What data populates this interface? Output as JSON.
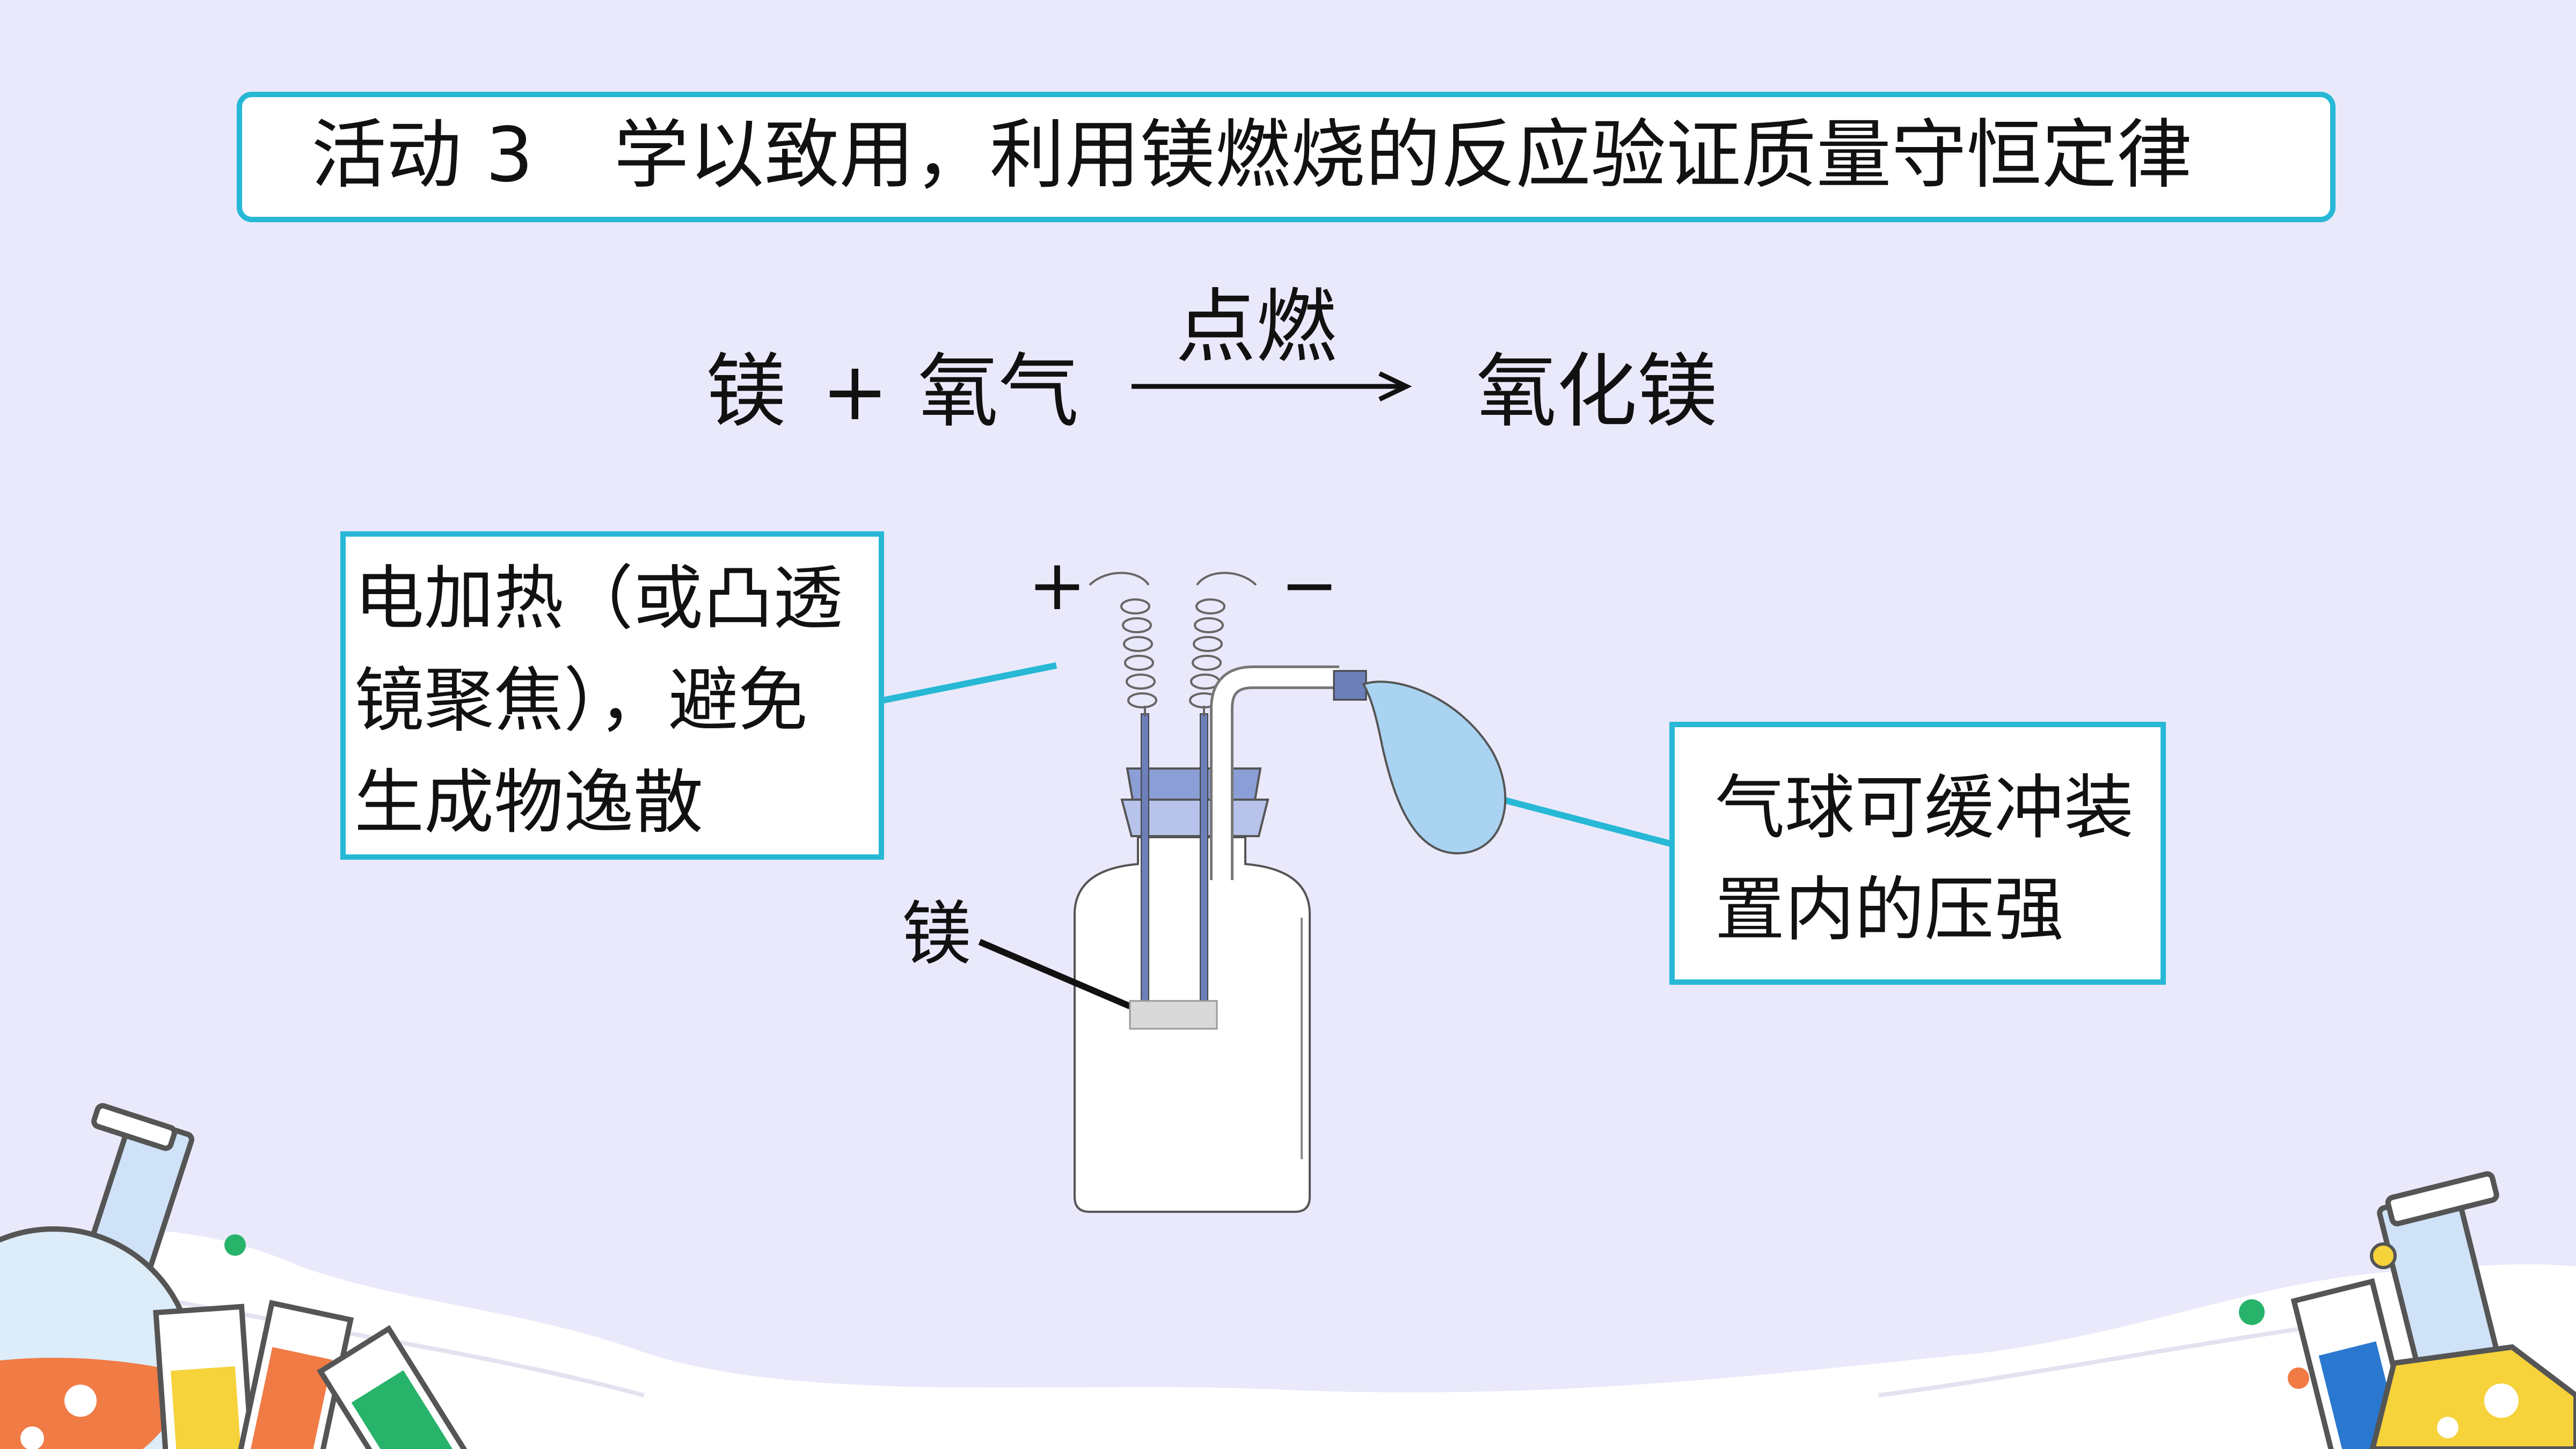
{
  "title": {
    "activity": "活动 3",
    "text": "学以致用，利用镁燃烧的反应验证质量守恒定律"
  },
  "equation": {
    "reactant1": "镁",
    "plus": "+",
    "reactant2": "氧气",
    "condition": "点燃",
    "product": "氧化镁"
  },
  "apparatus": {
    "positive": "+",
    "negative": "−",
    "magnesium_label": "镁"
  },
  "callout_left": {
    "lines": [
      "电加热（或凸透",
      "镜聚焦），避免",
      "生成物逸散"
    ]
  },
  "callout_right": {
    "lines": [
      "气球可缓冲装",
      "置内的压强"
    ]
  },
  "colors": {
    "accent": "#27b8d6",
    "background": "#e9e9fb",
    "balloon": "#a9d3f1",
    "stopper": "#8b9fd6"
  }
}
